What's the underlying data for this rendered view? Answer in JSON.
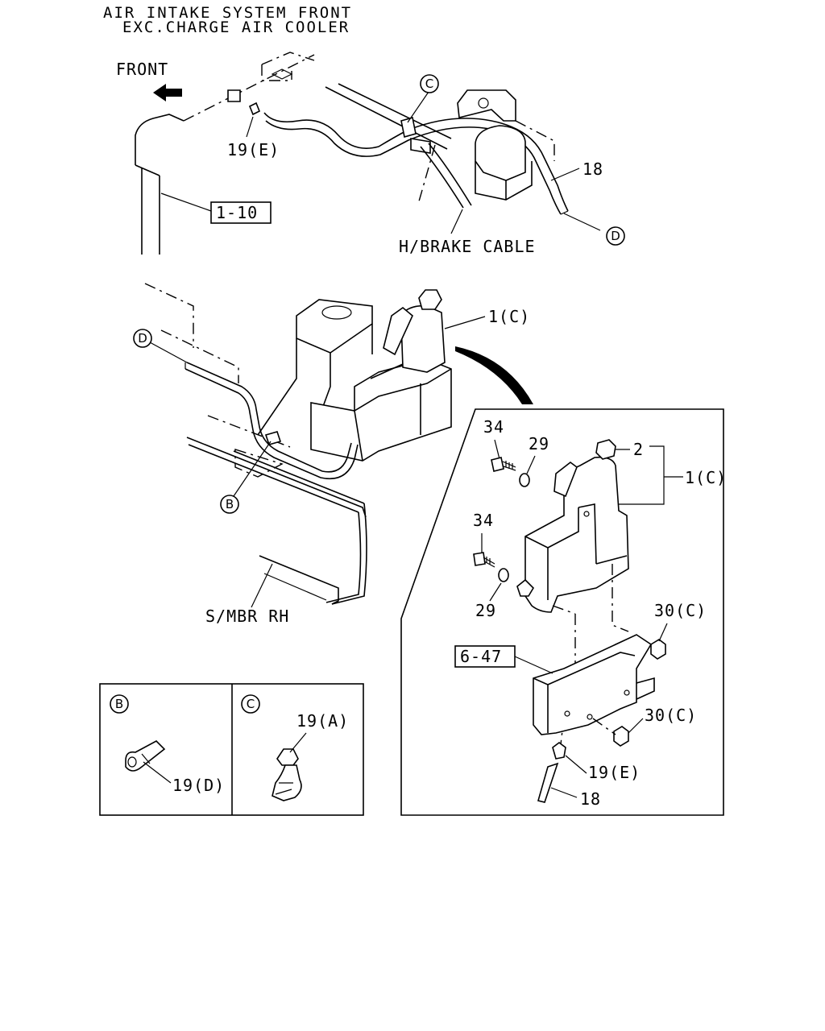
{
  "title": {
    "line1": "AIR INTAKE SYSTEM FRONT",
    "line2": "EXC.CHARGE AIR COOLER"
  },
  "labels": {
    "front": "FRONT",
    "p19e_top": "19(E)",
    "ref_1_10": "1-10",
    "hbrake": "H/BRAKE CABLE",
    "p18_top": "18",
    "p1c_mid": "1(C)",
    "smbr": "S/MBR RH",
    "p34_a": "34",
    "p29_a": "29",
    "p2": "2",
    "p1c_detail": "1(C)",
    "p34_b": "34",
    "p29_b": "29",
    "p30c_a": "30(C)",
    "ref_6_47": "6-47",
    "p30c_b": "30(C)",
    "p19e_bottom": "19(E)",
    "p18_bottom": "18",
    "p19d": "19(D)",
    "p19a": "19(A)"
  },
  "callouts": {
    "c_top": "C",
    "d_top": "D",
    "d_mid": "D",
    "b_mid": "B",
    "b_box": "B",
    "c_box": "C"
  }
}
